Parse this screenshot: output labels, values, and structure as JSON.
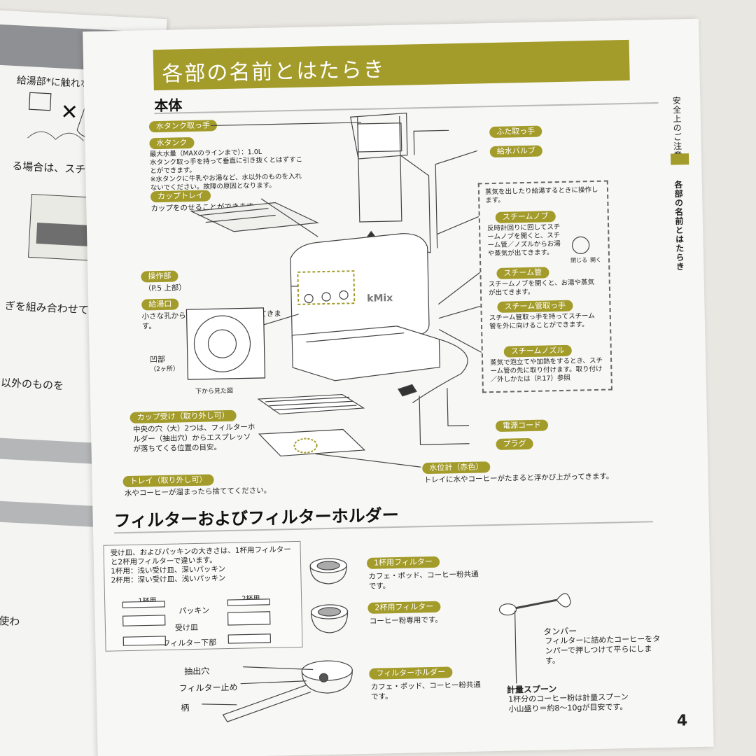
{
  "left_page": {
    "lines": [
      "給湯部*に触れない",
      "る場合は、スチームつ",
      "ぎを組み合わせて",
      "以外のものを",
      "で使わ"
    ]
  },
  "section": {
    "title": "各部の名前とはたらき",
    "subtitle": "本体"
  },
  "side_tabs": {
    "tab1": "安全上のご注意",
    "tab2": "各部の名前とはたらき"
  },
  "parts_left": [
    {
      "label": "水タンク取っ手",
      "desc": ""
    },
    {
      "label": "水タンク",
      "desc": "最大水量（MAXのラインまで）：1.0L\n水タンク取っ手を持って垂直に引き抜くとはずすことができます。\n※水タンクに牛乳やお湯など、水以外のものを入れないでください。故障の原因となります。"
    },
    {
      "label": "カップトレイ",
      "desc": "カップをのせることができます。"
    },
    {
      "label": "操作部",
      "desc": "（P.5 上部）"
    },
    {
      "label": "給湯口",
      "desc": "小さな孔から高圧力でお湯が噴き出てきます。"
    },
    {
      "label": "カップ受け（取り外し可）",
      "desc": "中央の穴（大）2つは、フィルターホルダー（抽出穴）からエスプレッソが落ちてくる位置の目安。"
    },
    {
      "label": "トレイ（取り外し可）",
      "desc": "水やコーヒーが溜まったら捨ててください。"
    }
  ],
  "spout_labels": {
    "recess": "凹部",
    "recess_count": "（2ヶ所）",
    "bottom_view": "下から見た図"
  },
  "parts_right": [
    {
      "label": "ふた取っ手",
      "desc": ""
    },
    {
      "label": "給水バルブ",
      "desc": ""
    },
    {
      "label": "スチームノブ",
      "desc": "反時計回りに回してスチームノブを開くと、スチーム管／ノズルからお湯や蒸気が出てきます。"
    },
    {
      "label": "スチーム管",
      "desc": "スチームノブを開くと、お湯や蒸気が出てきます。"
    },
    {
      "label": "スチーム管取っ手",
      "desc": "スチーム管取っ手を持ってスチーム管を外に向けることができます。"
    },
    {
      "label": "スチームノズル",
      "desc": "蒸気で泡立てや加熱をするとき、スチーム管の先に取り付けます。取り付け／外しかたは（P.17）参照"
    },
    {
      "label": "電源コード",
      "desc": ""
    },
    {
      "label": "プラグ",
      "desc": ""
    },
    {
      "label": "水位計（赤色）",
      "desc": "トレイに水やコーヒーがたまると浮かび上がってきます。"
    }
  ],
  "steam_note": "蒸気を出したり給湯するときに操作します。",
  "knob_labels": {
    "close": "閉じる",
    "open": "開く"
  },
  "brand": "kMix",
  "filter_section": {
    "title": "フィルターおよびフィルターホルダー",
    "box_text": "受け皿、およびパッキンの大きさは、1杯用フィルターと2杯用フィルターで違います。\n1杯用：浅い受け皿、深いパッキン\n2杯用：深い受け皿、浅いパッキン",
    "col1": "1杯用",
    "col2": "2杯用",
    "packing": "パッキン",
    "tray": "受け皿",
    "filter_bottom": "フィルター下部",
    "filter1_label": "1杯用フィルター",
    "filter1_desc": "カフェ・ポッド、コーヒー粉共通です。",
    "filter2_label": "2杯用フィルター",
    "filter2_desc": "コーヒー粉専用です。",
    "holder_label": "フィルターホルダー",
    "holder_desc": "カフェ・ポッド、コーヒー粉共通です。",
    "spout_hole": "抽出穴",
    "filter_stopper": "フィルター止め",
    "handle": "柄",
    "tamper": "タンパー",
    "tamper_desc": "フィルターに詰めたコーヒーをタンパーで押しつけて平らにします。",
    "spoon": "計量スプーン",
    "spoon_desc": "1杯分のコーヒー粉は計量スプーン\n小山盛り＝約8～10gが目安です。"
  },
  "page_number": "4",
  "colors": {
    "accent": "#a39b2a",
    "paper": "#f7f7f5"
  }
}
